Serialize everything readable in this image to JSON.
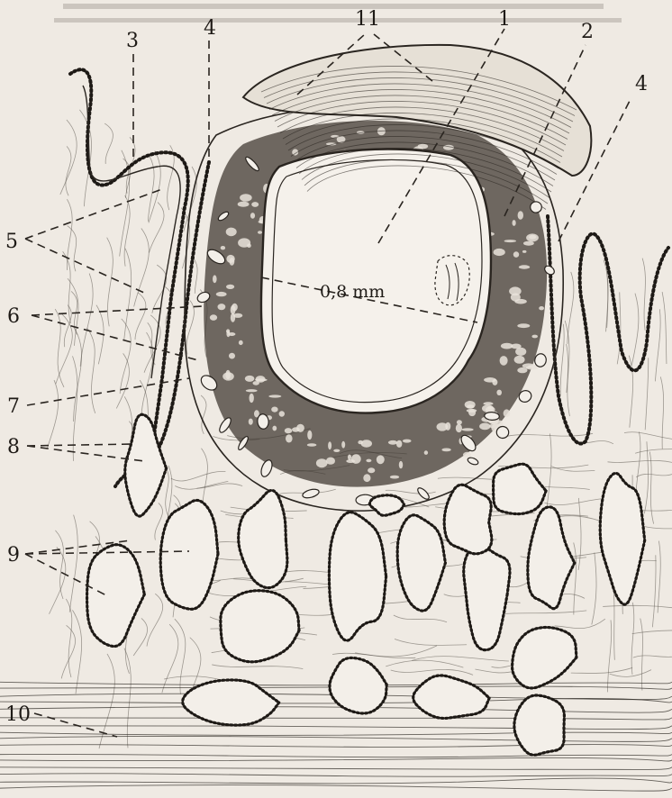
{
  "figure": {
    "labels": {
      "l1": "1",
      "l2": "2",
      "l3": "3",
      "l4_left": "4",
      "l4_right": "4",
      "l5": "5",
      "l6": "6",
      "l7": "7",
      "l8": "8",
      "l9": "9",
      "l10": "10",
      "l11": "11"
    },
    "scale_text": "0,8 mm",
    "header_text_lines": 2
  },
  "colors": {
    "paper": "#efeae3",
    "ink": "#2a2520"
  }
}
